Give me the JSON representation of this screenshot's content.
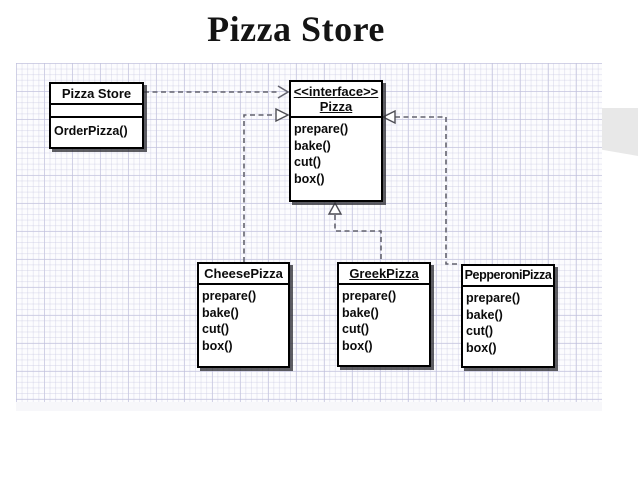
{
  "title": "Pizza Store",
  "diagram": {
    "type": "uml-class-diagram",
    "classes": {
      "pizza_store": {
        "name": "Pizza Store",
        "attributes": [],
        "methods": [
          "OrderPizza()"
        ]
      },
      "pizza_interface": {
        "stereotype": "<<interface>>",
        "name": "Pizza",
        "methods": [
          "prepare()",
          "bake()",
          "cut()",
          "box()"
        ]
      },
      "cheese_pizza": {
        "name": "CheesePizza",
        "methods": [
          "prepare()",
          "bake()",
          "cut()",
          "box()"
        ]
      },
      "greek_pizza": {
        "name": "GreekPizza",
        "methods": [
          "prepare()",
          "bake()",
          "cut()",
          "box()"
        ]
      },
      "pepperoni_pizza": {
        "name": "PepperoniPizza",
        "methods": [
          "prepare()",
          "bake()",
          "cut()",
          "box()"
        ]
      }
    },
    "relationships": [
      {
        "from": "Pizza Store",
        "to": "Pizza",
        "type": "dependency",
        "line": "dashed",
        "arrowhead": "open"
      },
      {
        "from": "CheesePizza",
        "to": "Pizza",
        "type": "realization",
        "line": "dashed",
        "arrowhead": "hollow-triangle"
      },
      {
        "from": "GreekPizza",
        "to": "Pizza",
        "type": "realization",
        "line": "dashed",
        "arrowhead": "hollow-triangle"
      },
      {
        "from": "PepperoniPizza",
        "to": "Pizza",
        "type": "realization",
        "line": "dashed",
        "arrowhead": "hollow-triangle"
      }
    ],
    "colors": {
      "box_border": "#000000",
      "box_fill": "#ffffff",
      "text": "#0b0b0b",
      "connector": "#63636e",
      "grid_line": "#c6c6e0",
      "side_tab": "#e8e8e8"
    }
  }
}
